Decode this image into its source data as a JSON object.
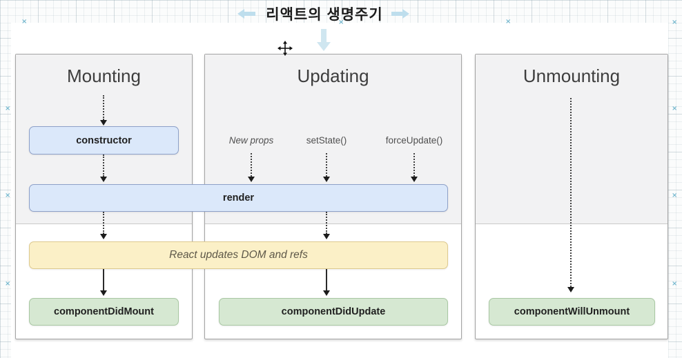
{
  "title": "리액트의 생명주기",
  "columns": [
    {
      "heading": "Mounting"
    },
    {
      "heading": "Updating",
      "triggers": [
        "New props",
        "setState()",
        "forceUpdate()"
      ]
    },
    {
      "heading": "Unmounting"
    }
  ],
  "nodes": {
    "constructor": "constructor",
    "render": "render",
    "react_updates": "React updates DOM and refs",
    "componentDidMount": "componentDidMount",
    "componentDidUpdate": "componentDidUpdate",
    "componentWillUnmount": "componentWillUnmount"
  },
  "icons": {
    "anchor_x": "×"
  },
  "colors": {
    "node_blue_bg": "#dbe8fa",
    "node_blue_border": "#8da0c8",
    "node_yellow_bg": "#fbf0c7",
    "node_yellow_border": "#ddc98e",
    "node_green_bg": "#d6e8d2",
    "node_green_border": "#a8c7a2",
    "panel_top_bg": "#f2f2f3",
    "panel_border": "#a3a3a3",
    "accent_arrow": "#bedeed",
    "anchor_mark": "#76b9cf"
  }
}
